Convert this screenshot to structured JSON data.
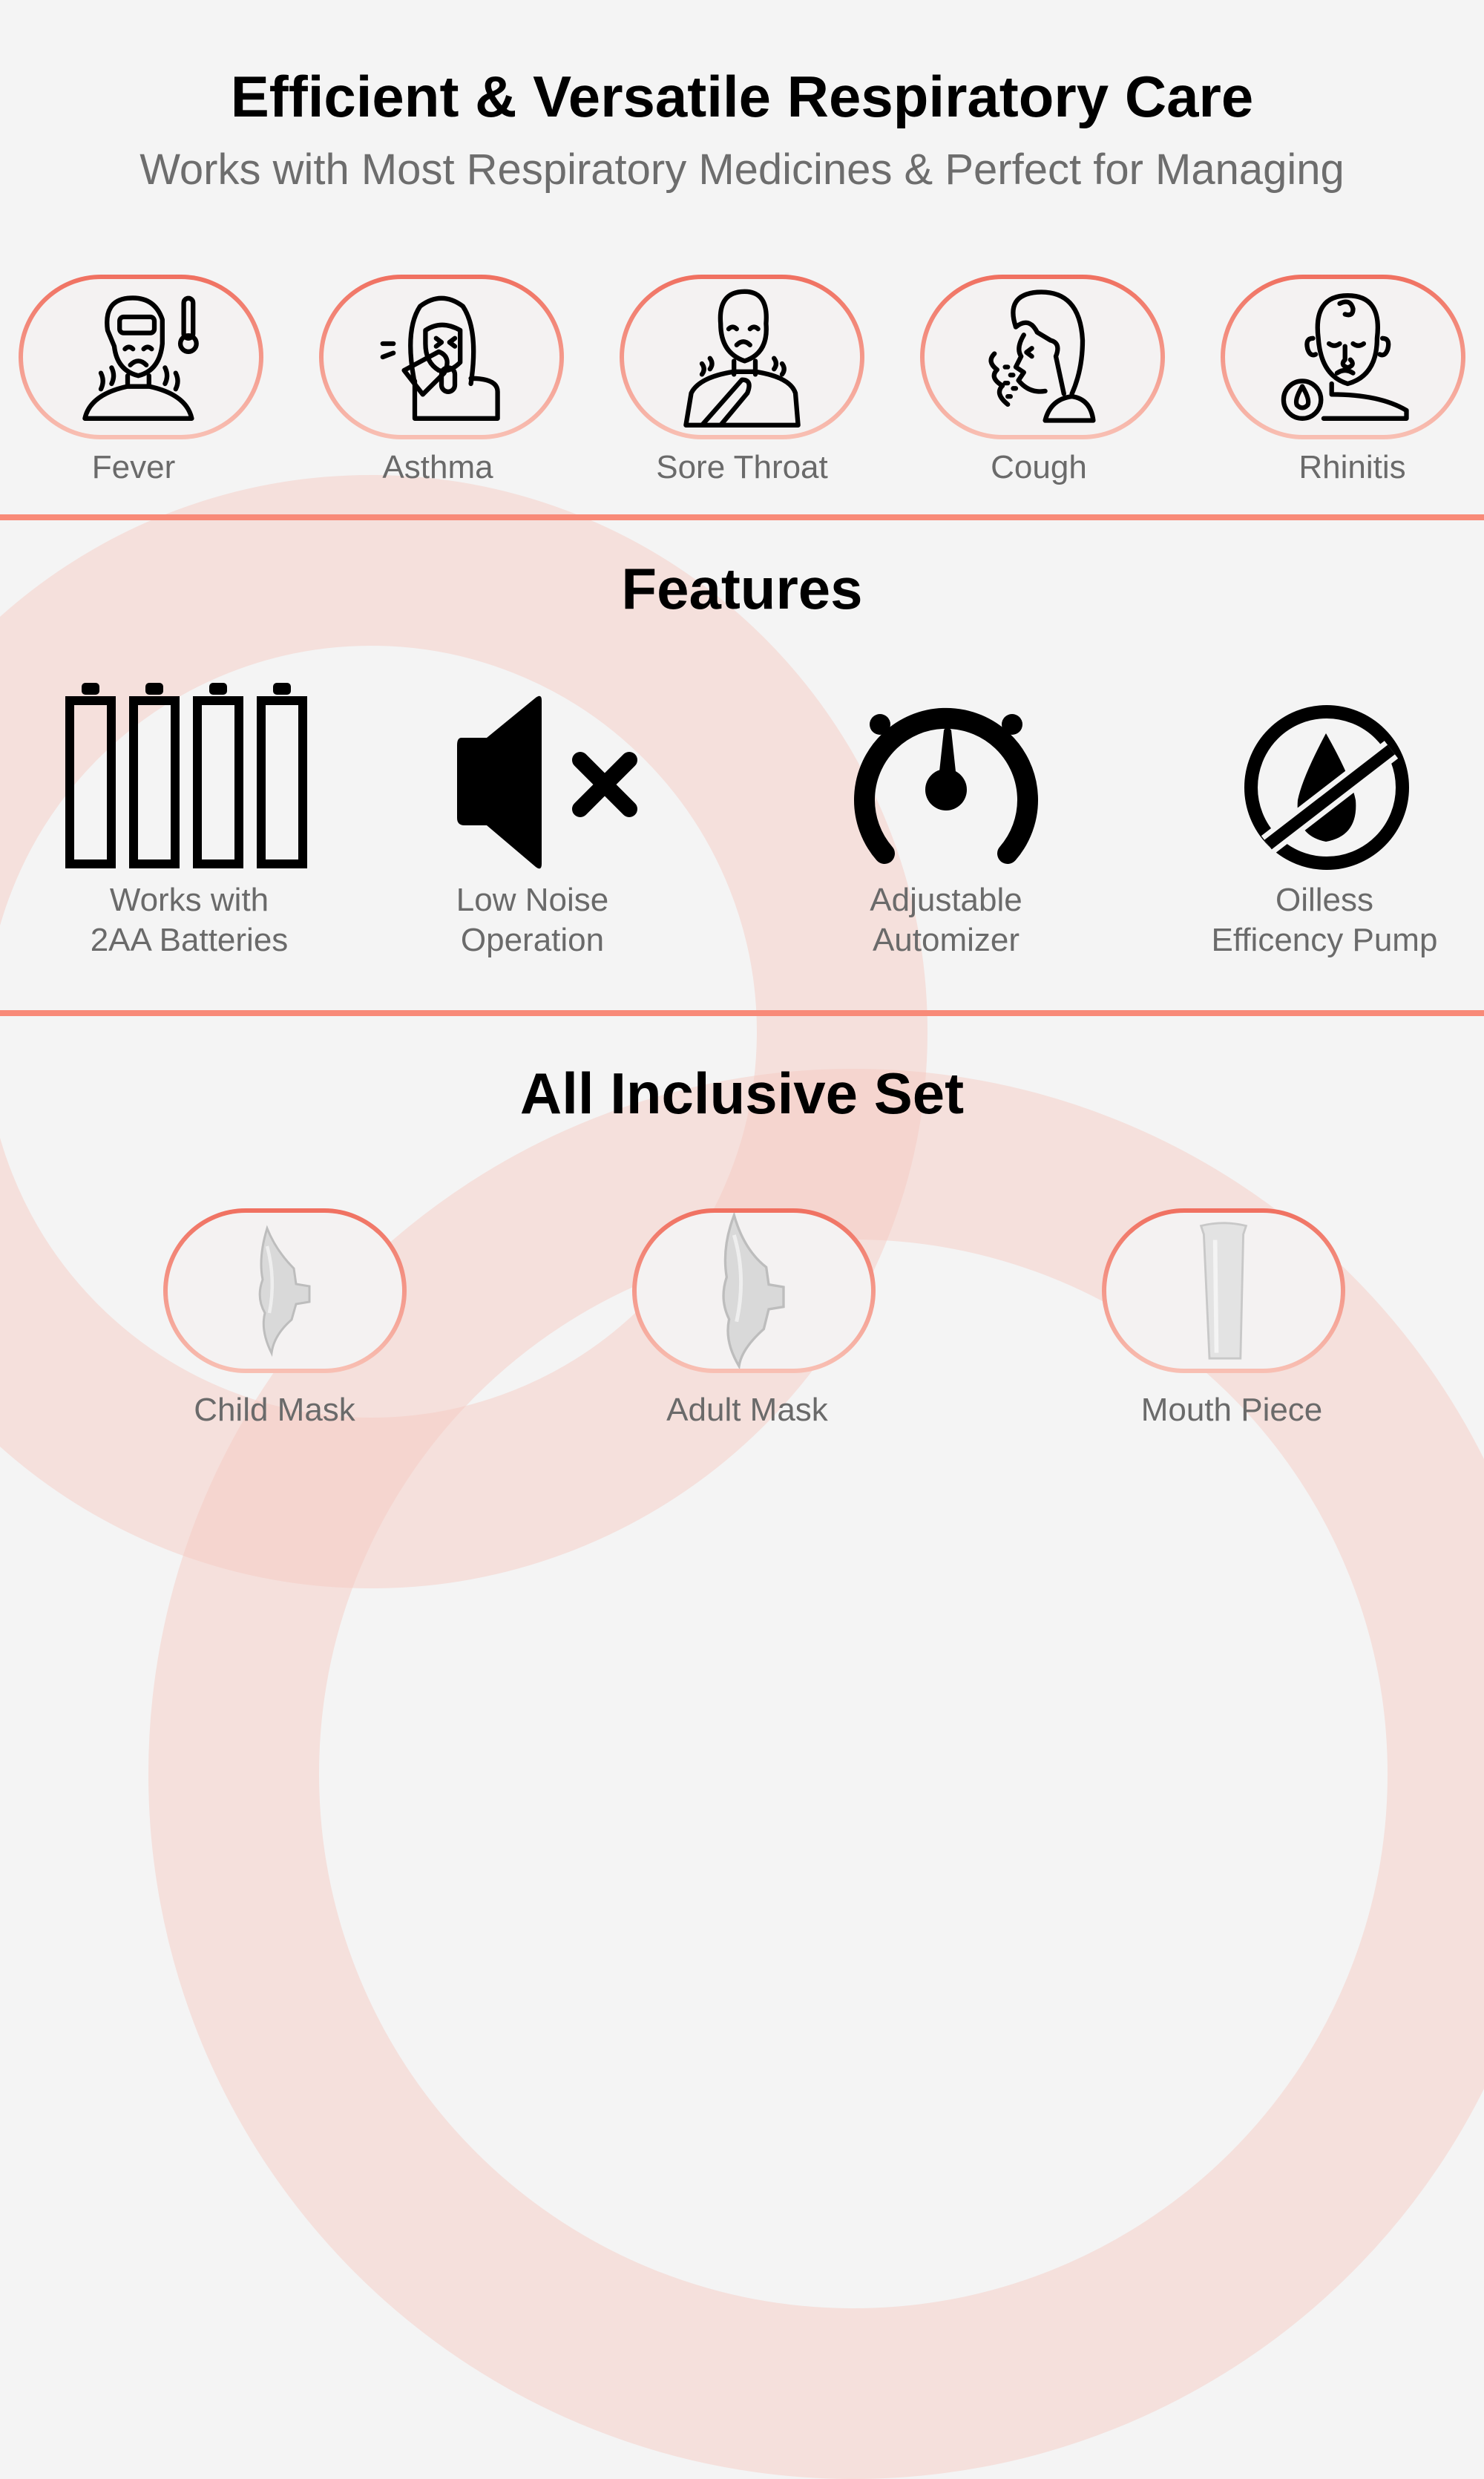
{
  "colors": {
    "accent": "#f88a78",
    "pill_border_top": "#f07060",
    "pill_border_bottom": "#f8c0b4",
    "background": "#f4f4f4",
    "label_text": "#6a6a6a"
  },
  "header": {
    "title": "Efficient & Versatile Respiratory Care",
    "subtitle": "Works with Most Respiratory Medicines & Perfect for Managing"
  },
  "conditions": [
    {
      "label": "Fever",
      "icon": "fever-person-icon"
    },
    {
      "label": "Asthma",
      "icon": "asthma-person-icon"
    },
    {
      "label": "Sore Throat",
      "icon": "sore-throat-person-icon"
    },
    {
      "label": "Cough",
      "icon": "cough-person-icon"
    },
    {
      "label": "Rhinitis",
      "icon": "rhinitis-person-icon"
    }
  ],
  "features": {
    "title": "Features",
    "items": [
      {
        "line1": "Works with",
        "line2": "2AA Batteries",
        "icon": "batteries-icon"
      },
      {
        "line1": "Low Noise",
        "line2": "Operation",
        "icon": "speaker-mute-icon"
      },
      {
        "line1": "Adjustable",
        "line2": "Automizer",
        "icon": "gauge-icon"
      },
      {
        "line1": "Oilless",
        "line2": "Efficency Pump",
        "icon": "no-oil-drop-icon"
      }
    ]
  },
  "set": {
    "title": "All Inclusive Set",
    "items": [
      {
        "label": "Child Mask",
        "icon": "child-mask-image"
      },
      {
        "label": "Adult Mask",
        "icon": "adult-mask-image"
      },
      {
        "label": "Mouth Piece",
        "icon": "mouth-piece-image"
      }
    ]
  }
}
